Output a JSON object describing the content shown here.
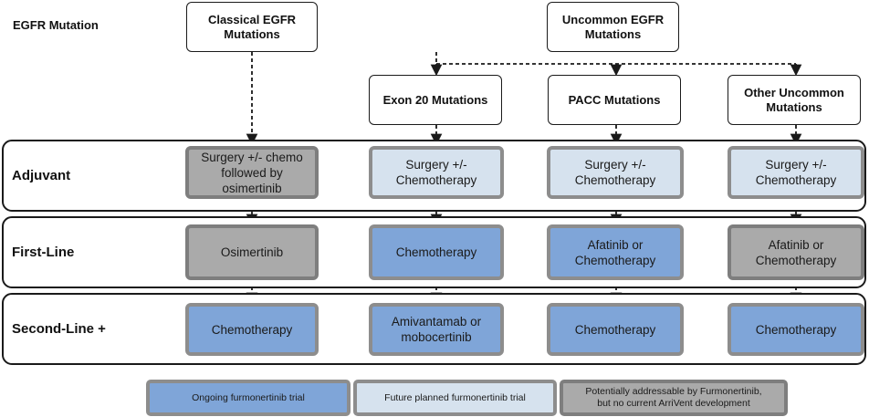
{
  "section_label": "EGFR Mutation",
  "headers": {
    "classical": "Classical EGFR\nMutations",
    "uncommon": "Uncommon EGFR\nMutations",
    "exon20": "Exon 20 Mutations",
    "pacc": "PACC Mutations",
    "other": "Other Uncommon\nMutations"
  },
  "rows": {
    "adjuvant": {
      "label": "Adjuvant",
      "cells": [
        {
          "text": "Surgery +/- chemo\nfollowed by\nosimertinib",
          "status": "potential"
        },
        {
          "text": "Surgery +/-\nChemotherapy",
          "status": "future"
        },
        {
          "text": "Surgery +/-\nChemotherapy",
          "status": "future"
        },
        {
          "text": "Surgery +/-\nChemotherapy",
          "status": "future"
        }
      ]
    },
    "first_line": {
      "label": "First-Line",
      "cells": [
        {
          "text": "Osimertinib",
          "status": "potential"
        },
        {
          "text": "Chemotherapy",
          "status": "ongoing"
        },
        {
          "text": "Afatinib or\nChemotherapy",
          "status": "ongoing"
        },
        {
          "text": "Afatinib or\nChemotherapy",
          "status": "potential"
        }
      ]
    },
    "second_line": {
      "label": "Second-Line +",
      "cells": [
        {
          "text": "Chemotherapy",
          "status": "ongoing"
        },
        {
          "text": "Amivantamab or\nmobocertinib",
          "status": "ongoing"
        },
        {
          "text": "Chemotherapy",
          "status": "ongoing"
        },
        {
          "text": "Chemotherapy",
          "status": "ongoing"
        }
      ]
    }
  },
  "legend": {
    "ongoing": "Ongoing furmonertinib trial",
    "future": "Future planned furmonertinib trial",
    "potential": "Potentially addressable by Furmonertinib,\nbut no current ArriVent development"
  },
  "colors": {
    "ongoing_fill": "#7fa5d8",
    "future_fill": "#d6e2ee",
    "potential_fill": "#aaaaaa",
    "cell_border": "#8d8d8d",
    "line": "#1a1a1a"
  }
}
